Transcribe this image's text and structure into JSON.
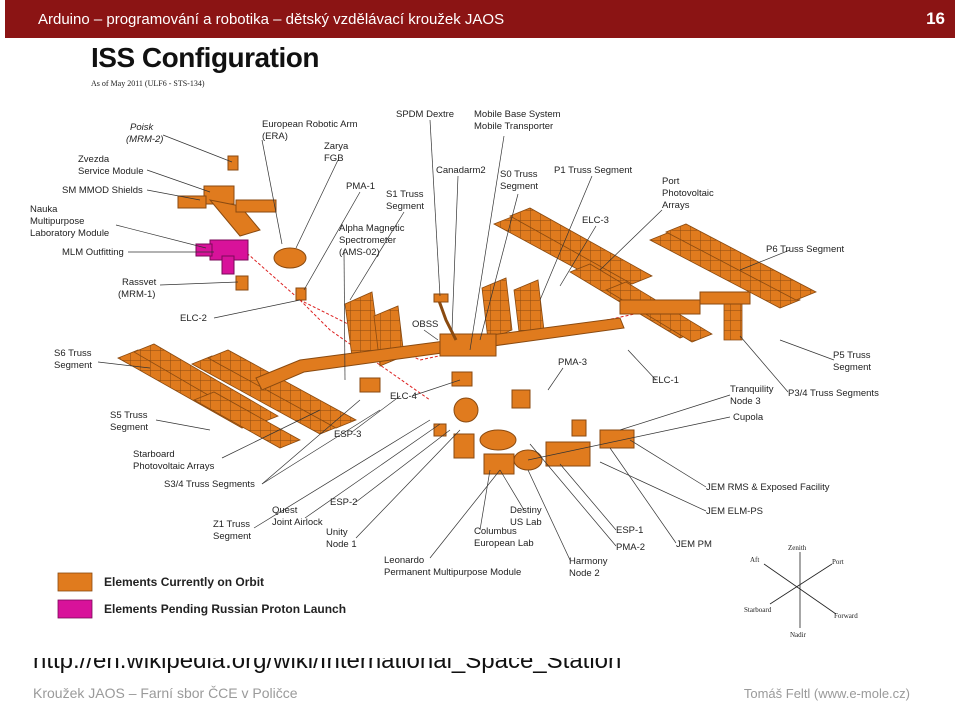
{
  "header": {
    "text": "Arduino – programování a robotika – dětský vzdělávací kroužek JAOS",
    "slide_number": "16"
  },
  "title": "ISS Configuration",
  "subtitle": "As of May 2011 (ULF6 - STS-134)",
  "labels": {
    "poisk": [
      "Poisk",
      "(MRM-2)"
    ],
    "zvezda": [
      "Zvezda",
      "Service Module"
    ],
    "smmod": [
      "SM MMOD Shields"
    ],
    "nauka": [
      "Nauka",
      "Multipurpose",
      "Laboratory Module"
    ],
    "mlm": [
      "MLM Outfitting"
    ],
    "rassvet": [
      "Rassvet",
      "(MRM-1)"
    ],
    "elc2": [
      "ELC-2"
    ],
    "s6": [
      "S6 Truss",
      "Segment"
    ],
    "s5": [
      "S5 Truss",
      "Segment"
    ],
    "starboard_pv": [
      "Starboard",
      "Photovoltaic Arrays"
    ],
    "s34": [
      "S3/4 Truss Segments"
    ],
    "z1": [
      "Z1 Truss",
      "Segment"
    ],
    "quest": [
      "Quest",
      "Joint Airlock"
    ],
    "esp2": [
      "ESP-2"
    ],
    "unity": [
      "Unity",
      "Node 1"
    ],
    "leonardo": [
      "Leonardo",
      "Permanent Multipurpose Module"
    ],
    "era": [
      "European Robotic Arm",
      "(ERA)"
    ],
    "zarya": [
      "Zarya",
      "FGB"
    ],
    "pma1": [
      "PMA-1"
    ],
    "s1": [
      "S1 Truss",
      "Segment"
    ],
    "ams": [
      "Alpha Magnetic",
      "Spectrometer",
      "(AMS-02)"
    ],
    "spdm": [
      "SPDM Dextre"
    ],
    "canadarm": [
      "Canadarm2"
    ],
    "mbs": [
      "Mobile Base System",
      "Mobile Transporter"
    ],
    "s0": [
      "S0 Truss",
      "Segment"
    ],
    "p1": [
      "P1 Truss Segment"
    ],
    "obss": [
      "OBSS"
    ],
    "elc4": [
      "ELC-4"
    ],
    "esp3": [
      "ESP-3"
    ],
    "port_pv": [
      "Port",
      "Photovoltaic",
      "Arrays"
    ],
    "elc3": [
      "ELC-3"
    ],
    "p6": [
      "P6 Truss Segment"
    ],
    "pma3": [
      "PMA-3"
    ],
    "elc1": [
      "ELC-1"
    ],
    "p5": [
      "P5 Truss",
      "Segment"
    ],
    "tranquility": [
      "Tranquility",
      "Node 3"
    ],
    "p34": [
      "P3/4 Truss Segments"
    ],
    "cupola": [
      "Cupola"
    ],
    "jem_rms": [
      "JEM RMS & Exposed Facility"
    ],
    "jem_elm": [
      "JEM ELM-PS"
    ],
    "destiny": [
      "Destiny",
      "US Lab"
    ],
    "columbus": [
      "Columbus",
      "European Lab"
    ],
    "esp1": [
      "ESP-1"
    ],
    "pma2": [
      "PMA-2"
    ],
    "jem_pm": [
      "JEM PM"
    ],
    "harmony": [
      "Harmony",
      "Node 2"
    ]
  },
  "compass": {
    "zenith": "Zenith",
    "aft": "Aft",
    "port": "Port",
    "starboard": "Starboard",
    "forward": "Forward",
    "nadir": "Nadir"
  },
  "legend": [
    {
      "label": "Elements Currently on Orbit",
      "color": "#e07b1e"
    },
    {
      "label": "Elements Pending Russian Proton Launch",
      "color": "#d8129a"
    }
  ],
  "colors": {
    "orbit": "#e07b1e",
    "orbit_dark": "#8a4a10",
    "pending": "#d8129a",
    "header_bg": "#8b1414"
  },
  "url": "http://en.wikipedia.org/wiki/International_Space_Station",
  "footer": {
    "left": "Kroužek JAOS – Farní sbor ČCE v Poličce",
    "right": "Tomáš Feltl (www.e-mole.cz)"
  }
}
